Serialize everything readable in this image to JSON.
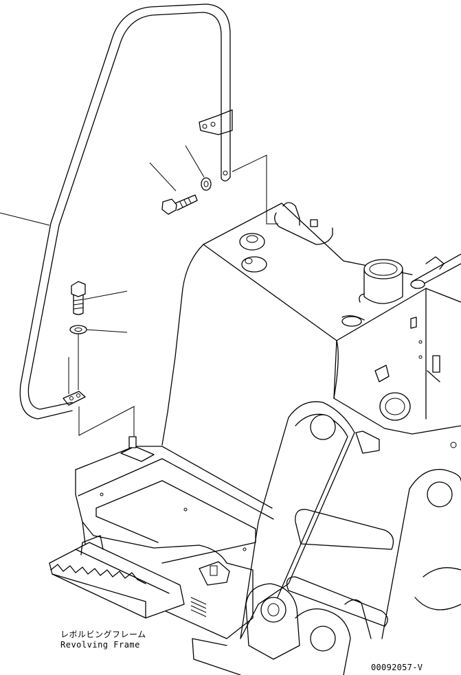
{
  "caption": {
    "japanese": "レボルビングフレーム",
    "english": "Revolving Frame"
  },
  "drawing_code": "00092057-V"
}
